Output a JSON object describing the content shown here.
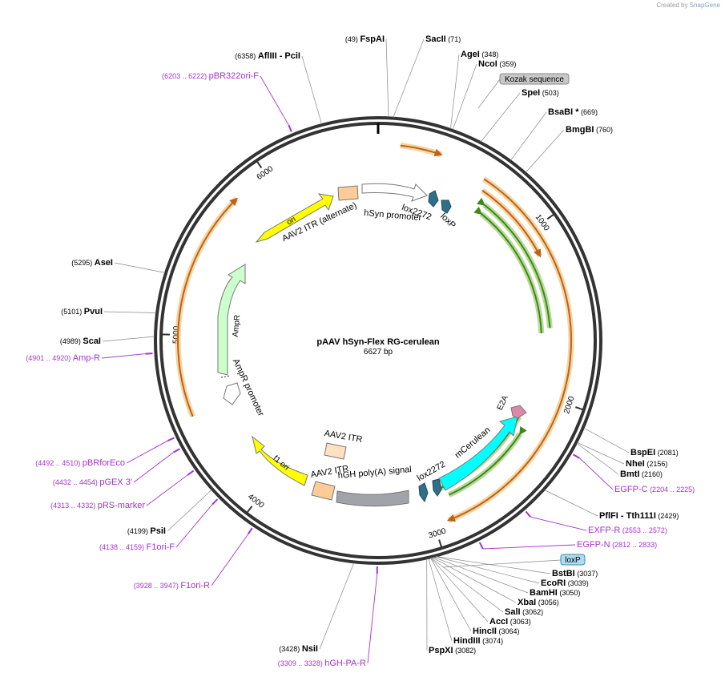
{
  "credit": {
    "prefix": "Created by",
    "brand": "SnapGene"
  },
  "plasmid": {
    "name": "pAAV hSyn-Flex RG-cerulean",
    "length_label": "6627 bp",
    "length": 6627
  },
  "ticks": [
    "1000",
    "2000",
    "3000",
    "4000",
    "5000",
    "6000"
  ],
  "sites": [
    {
      "name": "FspAI",
      "pos": "(49)"
    },
    {
      "name": "SacII",
      "pos": "(71)"
    },
    {
      "name": "AgeI",
      "pos": "(348)"
    },
    {
      "name": "NcoI",
      "pos": "(359)"
    },
    {
      "name": "SpeI",
      "pos": "(503)"
    },
    {
      "name": "BsaBI *",
      "pos": "(669)"
    },
    {
      "name": "BmgBI",
      "pos": "(760)"
    },
    {
      "name": "BspEI",
      "pos": "(2081)"
    },
    {
      "name": "NheI",
      "pos": "(2156)"
    },
    {
      "name": "BmtI",
      "pos": "(2160)"
    },
    {
      "name": "PflFI - Tth111I",
      "pos": "(2429)"
    },
    {
      "name": "BstBI",
      "pos": "(3037)"
    },
    {
      "name": "EcoRI",
      "pos": "(3039)"
    },
    {
      "name": "BamHI",
      "pos": "(3050)"
    },
    {
      "name": "XbaI",
      "pos": "(3056)"
    },
    {
      "name": "SalI",
      "pos": "(3062)"
    },
    {
      "name": "AccI",
      "pos": "(3063)"
    },
    {
      "name": "HincII",
      "pos": "(3064)"
    },
    {
      "name": "HindIII",
      "pos": "(3074)"
    },
    {
      "name": "PspXI",
      "pos": "(3082)"
    },
    {
      "name": "NsiI",
      "pos": "(3428)"
    },
    {
      "name": "PsiI",
      "pos": "(4199)"
    },
    {
      "name": "ScaI",
      "pos": "(4989)"
    },
    {
      "name": "PvuI",
      "pos": "(5101)"
    },
    {
      "name": "AseI",
      "pos": "(5295)"
    },
    {
      "name": "AflIII - PciI",
      "pos": "(6358)"
    }
  ],
  "primers": [
    {
      "name": "pBR322ori-F",
      "range": "(6203 .. 6222)"
    },
    {
      "name": "EGFP-C",
      "range": "(2204 .. 2225)"
    },
    {
      "name": "EXFP-R",
      "range": "(2553 .. 2572)"
    },
    {
      "name": "EGFP-N",
      "range": "(2812 .. 2833)"
    },
    {
      "name": "hGH-PA-R",
      "range": "(3309 .. 3328)"
    },
    {
      "name": "F1ori-R",
      "range": "(3928 .. 3947)"
    },
    {
      "name": "F1ori-F",
      "range": "(4138 .. 4159)"
    },
    {
      "name": "pRS-marker",
      "range": "(4313 .. 4332)"
    },
    {
      "name": "pGEX 3'",
      "range": "(4432 .. 4454)"
    },
    {
      "name": "pBRforEco",
      "range": "(4492 .. 4510)"
    },
    {
      "name": "Amp-R",
      "range": "(4901 .. 4920)"
    }
  ],
  "boxed_labels": [
    "Kozak sequence",
    "loxP"
  ],
  "features": [
    "ori",
    "AAV2 ITR (alternate)",
    "hSyn promoter",
    "lox2272",
    "loxP",
    "AmpR",
    "AmpR promoter",
    "f1 ori",
    "AAV2 ITR",
    "AAV2 ITR",
    "hGH poly(A) signal",
    "lox2272",
    "mCerulean",
    "E2A"
  ],
  "colors": {
    "backbone": "#333333",
    "site": "#000000",
    "primer": "#a533cc",
    "orf_orange": "#ee9f2c",
    "orf_green": "#66aa22",
    "ori": "#ffff00",
    "itr": "#ffcc99",
    "promoter": "#ffffff",
    "lox": "#2f6f88",
    "ampr": "#ccffcc",
    "polya": "#a0a4a8",
    "mcerulean": "#00ffff",
    "e2a": "#dd88aa",
    "kozak_box": "#c8c8c8",
    "loxp_box": "#aaddee"
  }
}
